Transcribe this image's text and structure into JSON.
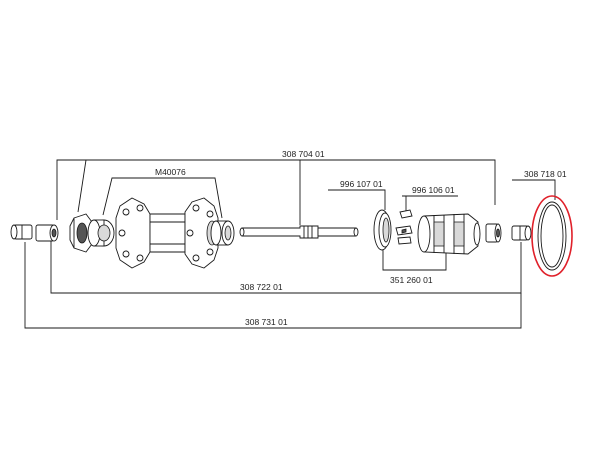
{
  "diagram": {
    "labels": {
      "main_axle_kit": "308 704 01",
      "bearing": "M40076",
      "seal_ring": "996 107 01",
      "pawl_spring": "996 106 01",
      "freehub_body": "351 260 01",
      "o_ring": "308 718 01",
      "end_caps_inner": "308 722 01",
      "end_caps_outer": "308 731 01"
    },
    "highlight_color": "#e0202a"
  }
}
